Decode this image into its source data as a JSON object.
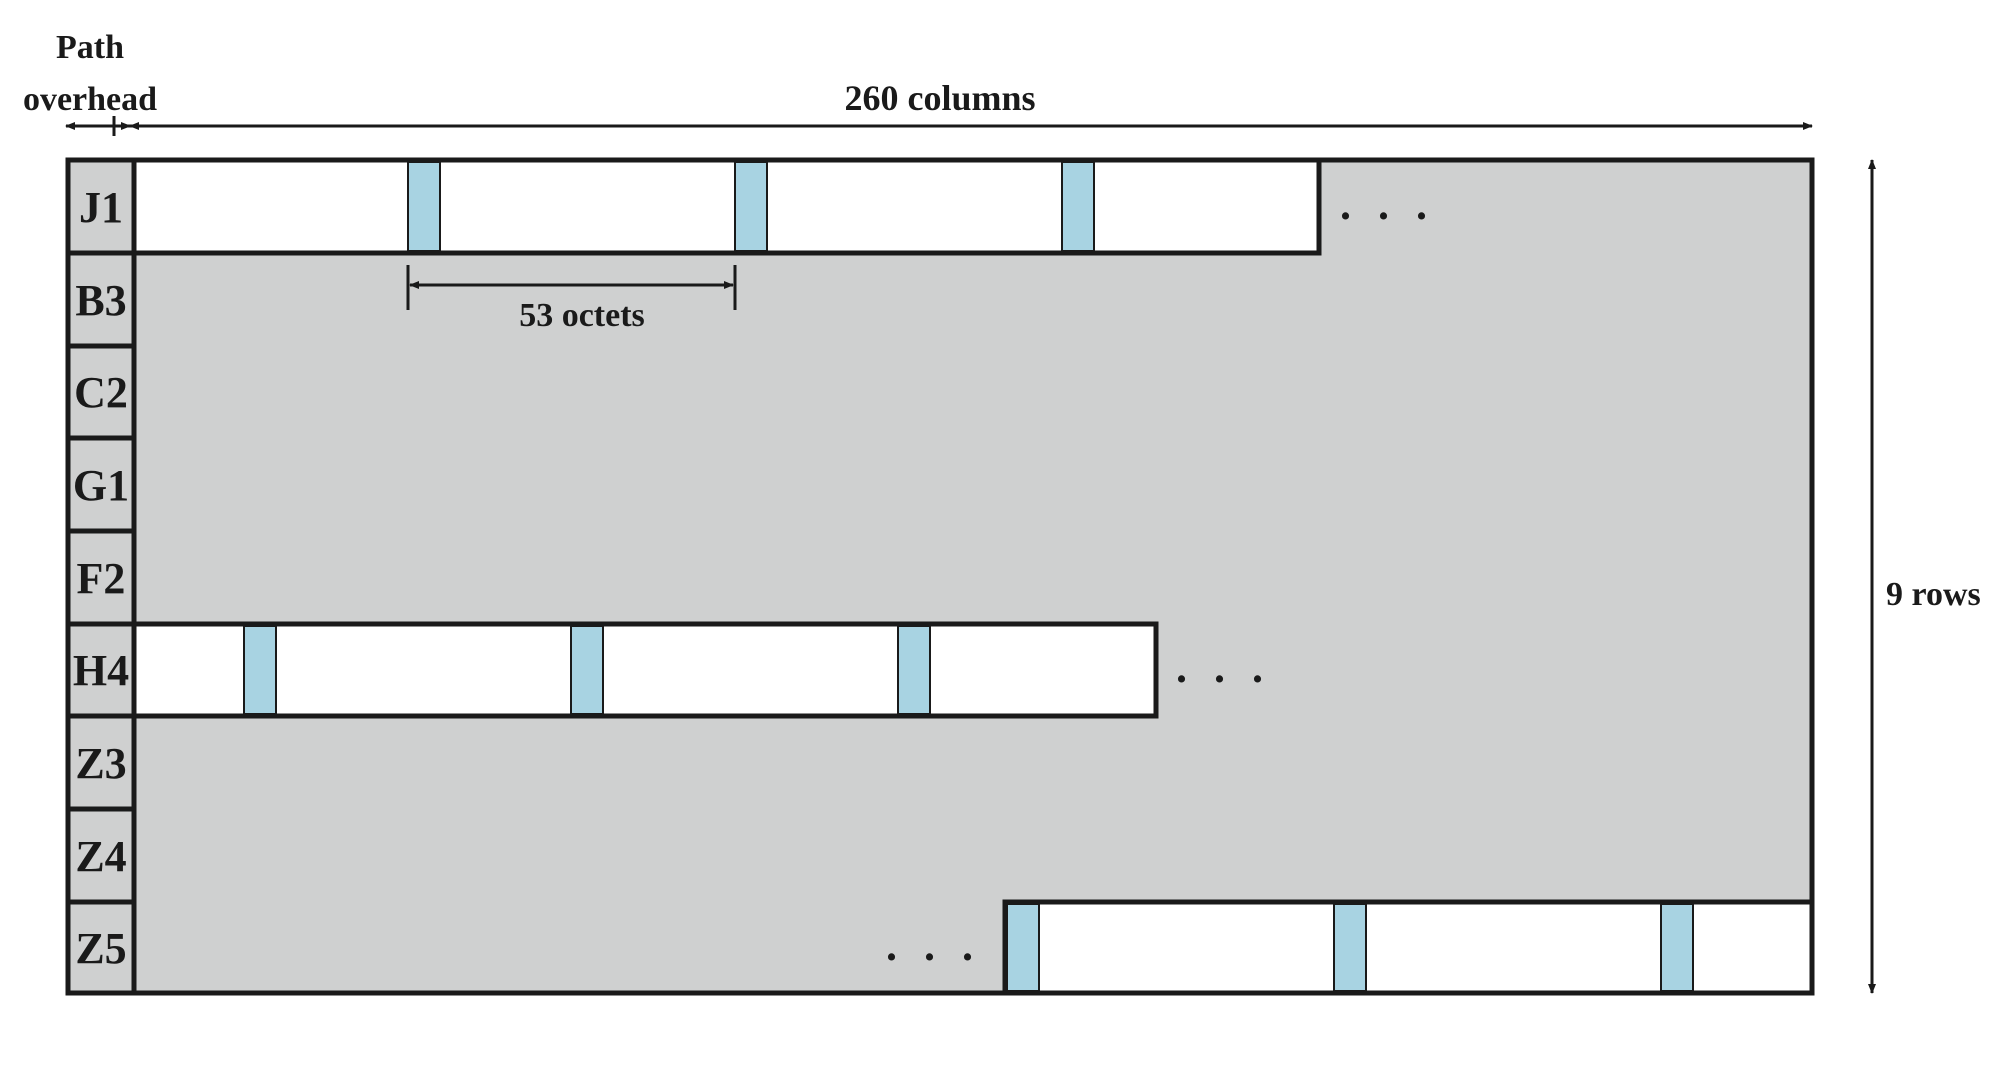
{
  "header": {
    "path_overhead_line1": "Path",
    "path_overhead_line2": "overhead",
    "columns_label": "260 columns"
  },
  "rows_label": "9 rows",
  "octets_label": "53 octets",
  "overhead_bytes": [
    "J1",
    "B3",
    "C2",
    "G1",
    "F2",
    "H4",
    "Z3",
    "Z4",
    "Z5"
  ],
  "ellipsis": ". . .",
  "colors": {
    "background_fill": "#cfd0d0",
    "cell_fill": "#ffffff",
    "cell_header_fill": "#a8d3e2",
    "stroke": "#1a1a1a"
  }
}
